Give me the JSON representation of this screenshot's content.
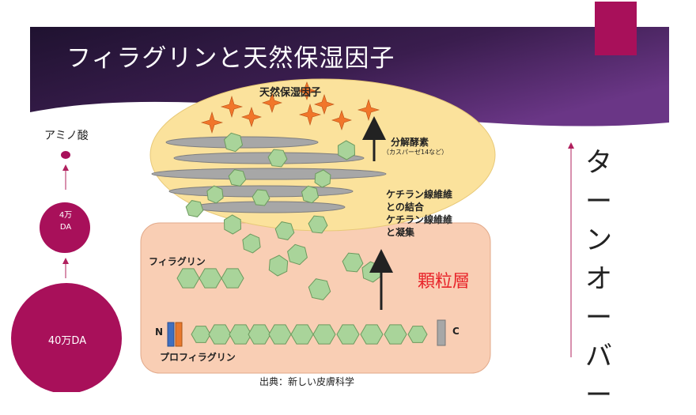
{
  "slide": {
    "title": "フィラグリンと天然保湿因子",
    "source": "出典：新しい皮膚科学"
  },
  "diagram": {
    "nmf_label": "天然保湿因子",
    "enzyme_label": "分解酵素",
    "enzyme_sub": "（カスパーゼ14など）",
    "keratin_label": "ケチラン線維維\nとの結合\nケチラン線維維\nと凝集",
    "filaggrin_label": "フィラグリン",
    "granular_layer_label": "顆粒層",
    "n_terminal": "N",
    "c_terminal": "C",
    "profilaggrin_label": "プロフィラグリン"
  },
  "size_scale": {
    "amino_acid_label": "アミノ酸",
    "mid_circle_value": "4万",
    "mid_circle_unit": "DA",
    "large_circle_label": "40万DA"
  },
  "turnover_label": [
    "タ",
    "ー",
    "ン",
    "オ",
    "ー",
    "バ",
    "ー"
  ],
  "colors": {
    "banner_dark": "#2a1537",
    "banner_purple": "#5a2a6e",
    "accent": "#a8105a",
    "circle": "#a8105a",
    "upper_ellipse": "#fbe29c",
    "granular_layer": "#f9ceb4",
    "hexagon_fill": "#a9d49a",
    "hexagon_stroke": "#6c9a5e",
    "fiber_fill": "#a7a7a7",
    "star_fill": "#f1762a",
    "granular_text": "#e8242a",
    "n_terminal_blue": "#3f6fc0",
    "n_terminal_orange": "#e8782e"
  }
}
